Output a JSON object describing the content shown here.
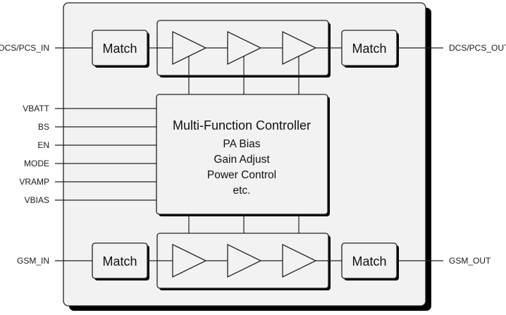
{
  "inputs": {
    "dcs_in": "DCS/PCS_IN",
    "gsm_in": "GSM_IN",
    "control_pins": [
      "VBATT",
      "BS",
      "EN",
      "MODE",
      "VRAMP",
      "VBIAS"
    ]
  },
  "outputs": {
    "dcs_out": "DCS/PCS_OUT",
    "gsm_out": "GSM_OUT"
  },
  "match_label": "Match",
  "controller": {
    "title": "Multi-Function Controller",
    "lines": [
      "PA Bias",
      "Gain Adjust",
      "Power Control",
      "etc."
    ]
  }
}
